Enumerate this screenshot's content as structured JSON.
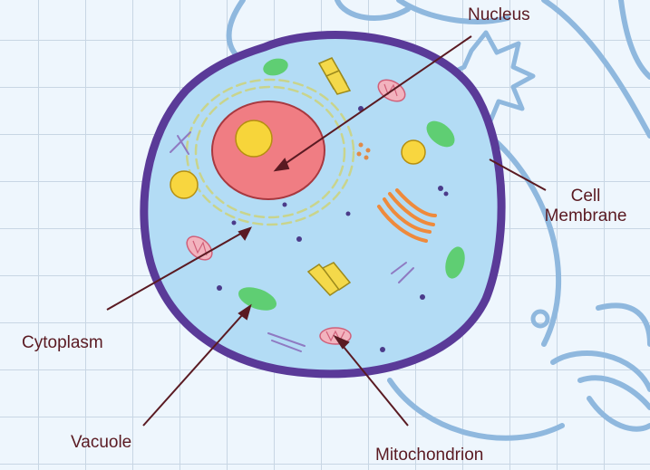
{
  "diagram": {
    "labels": {
      "nucleus": "Nucleus",
      "cell_membrane_line1": "Cell",
      "cell_membrane_line2": "Membrane",
      "cytoplasm": "Cytoplasm",
      "vacuole": "Vacuole",
      "mitochondrion": "Mitochondrion"
    },
    "colors": {
      "background": "#eef6fd",
      "grid": "#c8d6e4",
      "background_doodle": "#8fb8de",
      "membrane": "#5a3a98",
      "cytoplasm": "#b3dcf5",
      "nucleus": "#f07d83",
      "nucleolus": "#f7d53a",
      "vacuole": "#5fce73",
      "mitochondrion": "#f2b3be",
      "golgi": "#ee8a3c",
      "lysosome": "#f8d63f",
      "pointer_line": "#5a1a22"
    }
  }
}
